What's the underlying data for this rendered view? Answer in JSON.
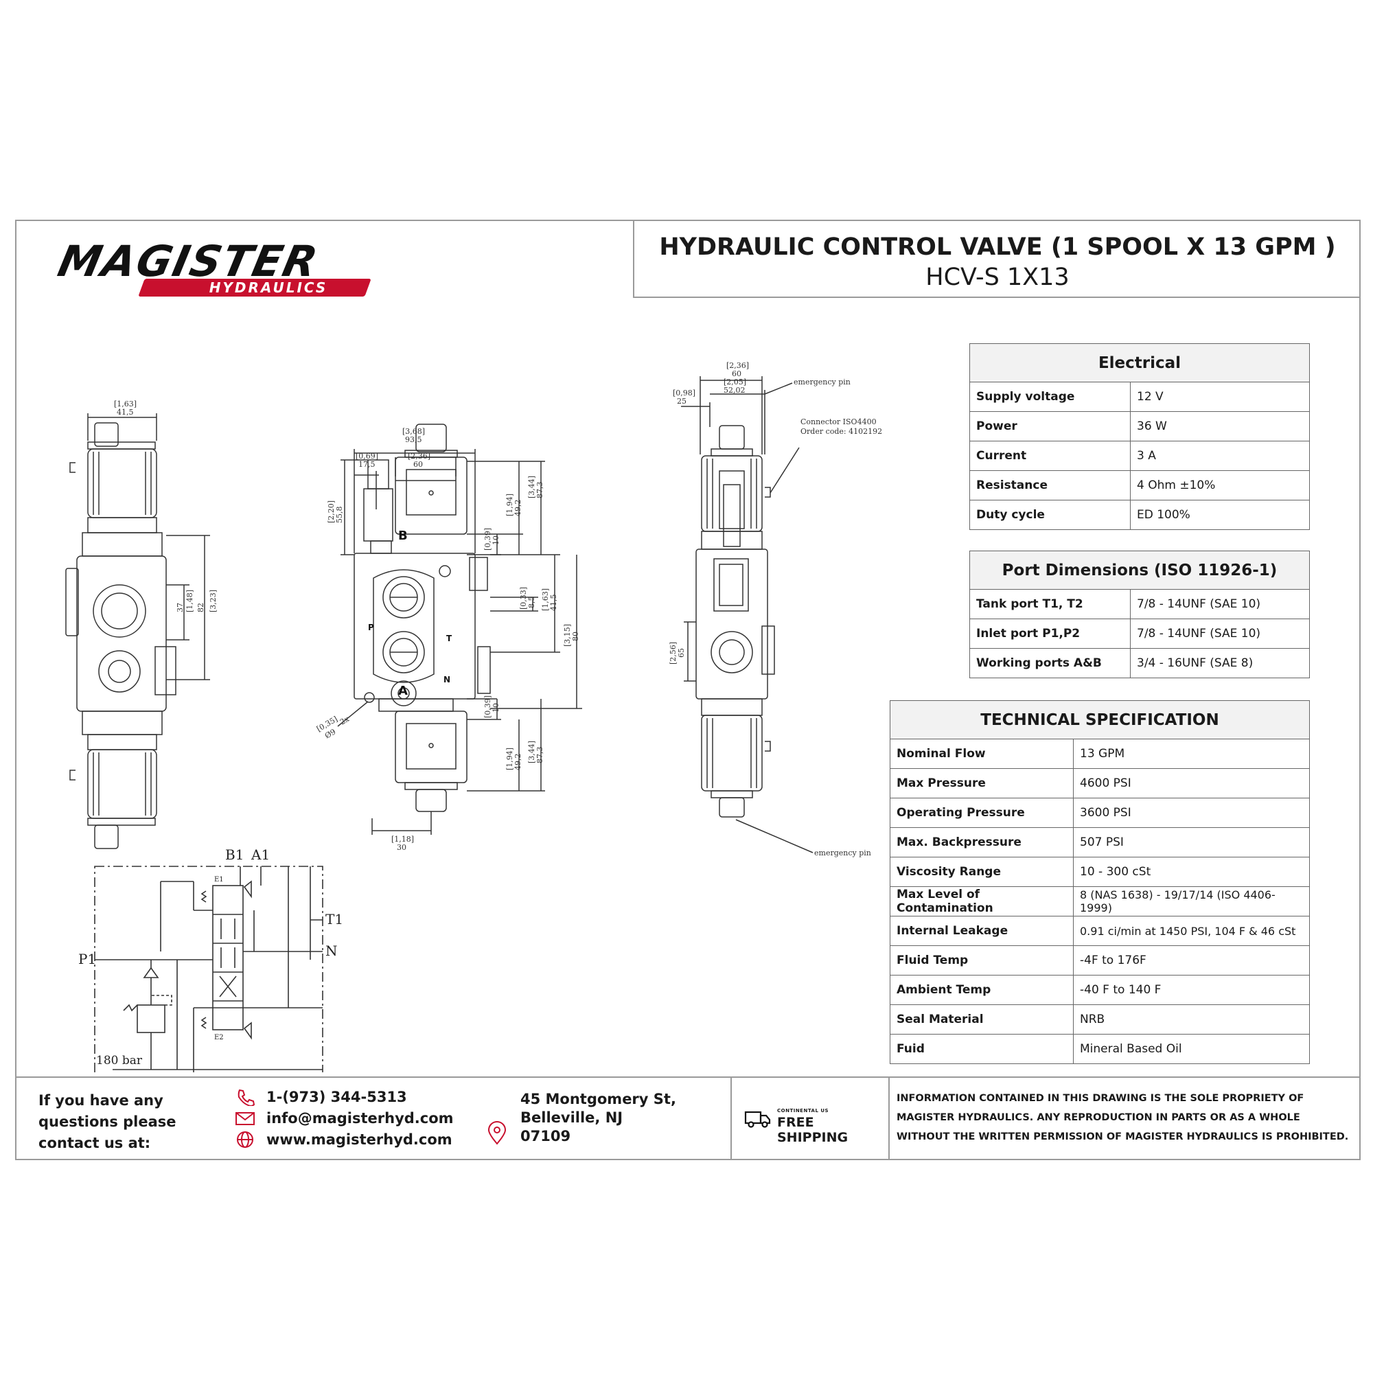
{
  "brand": {
    "name": "MAGISTER",
    "sub": "HYDRAULICS"
  },
  "title": {
    "main": "HYDRAULIC CONTROL VALVE (1 SPOOL X 13 GPM )",
    "model": "HCV-S 1X13"
  },
  "electrical": {
    "heading": "Electrical",
    "rows": [
      {
        "k": "Supply voltage",
        "v": "12 V"
      },
      {
        "k": "Power",
        "v": "36 W"
      },
      {
        "k": "Current",
        "v": "3 A"
      },
      {
        "k": "Resistance",
        "v": "4 Ohm ±10%"
      },
      {
        "k": "Duty cycle",
        "v": "ED 100%"
      }
    ]
  },
  "ports": {
    "heading": "Port Dimensions (ISO 11926-1)",
    "rows": [
      {
        "k": "Tank port T1, T2",
        "v": "7/8 - 14UNF (SAE 10)"
      },
      {
        "k": "Inlet port P1,P2",
        "v": "7/8 - 14UNF (SAE 10)"
      },
      {
        "k": "Working ports A&B",
        "v": "3/4 - 16UNF (SAE 8)"
      }
    ]
  },
  "tech": {
    "heading": "TECHNICAL SPECIFICATION",
    "rows": [
      {
        "k": "Nominal Flow",
        "v": "13 GPM"
      },
      {
        "k": "Max Pressure",
        "v": "4600 PSI"
      },
      {
        "k": "Operating Pressure",
        "v": "3600 PSI"
      },
      {
        "k": "Max. Backpressure",
        "v": "507 PSI"
      },
      {
        "k": "Viscosity Range",
        "v": "10 - 300 cSt"
      },
      {
        "k": "Max Level of Contamination",
        "v": "8 (NAS 1638) - 19/17/14 (ISO 4406-1999)"
      },
      {
        "k": "Internal Leakage",
        "v": "0.91 ci/min at 1450 PSI, 104 F & 46 cSt"
      },
      {
        "k": "Fluid Temp",
        "v": "-4F to 176F"
      },
      {
        "k": "Ambient Temp",
        "v": "-40 F to 140 F"
      },
      {
        "k": "Seal Material",
        "v": "NRB"
      },
      {
        "k": "Fuid",
        "v": "Mineral Based Oil"
      }
    ]
  },
  "drawing": {
    "dims_left": [
      "[1,63]",
      "41,5",
      "[1,48]",
      "37",
      "[3,23]",
      "82"
    ],
    "dims_front": [
      "[3,68]",
      "93,5",
      "[0,69]",
      "17,5",
      "[2,36]",
      "60",
      "[2,20]",
      "55,8",
      "[1,94]",
      "49,2",
      "[3,44]",
      "87,3",
      "[0,39]",
      "10",
      "[0,33]",
      "8,5",
      "[1,63]",
      "41,5",
      "[3,15]",
      "80",
      "[0,39]",
      "10",
      "[1,94]",
      "49,2",
      "[3,44]",
      "87,3",
      "[1,18]",
      "30",
      "[0,35]",
      "Ø9",
      "2x"
    ],
    "dims_side": [
      "[2,36]",
      "60",
      "[2,05]",
      "52,02",
      "[0,98]",
      "25",
      "[2,56]",
      "65"
    ],
    "notes": [
      "emergency pin",
      "Connector ISO4400",
      "Order code: 4102192",
      "emergency pin"
    ],
    "port_labels": [
      "B",
      "A",
      "P",
      "T",
      "N"
    ],
    "schematic": {
      "b1": "B1",
      "a1": "A1",
      "t1": "T1",
      "p1": "P1",
      "n": "N",
      "e1": "E1",
      "e2": "E2",
      "relief": "180 bar"
    }
  },
  "footer": {
    "intro": [
      "If you have any",
      "questions please",
      "contact us at:"
    ],
    "phone": "1-(973) 344-5313",
    "email": "info@magisterhyd.com",
    "web": "www.magisterhyd.com",
    "address": [
      "45 Montgomery St,",
      "Belleville, NJ",
      "07109"
    ],
    "ship_small": "CONTINENTAL US",
    "ship_big": "FREE SHIPPING",
    "legal": "INFORMATION CONTAINED IN THIS DRAWING IS THE SOLE PROPRIETY OF MAGISTER HYDRAULICS. ANY REPRODUCTION IN PARTS OR AS A WHOLE WITHOUT THE WRITTEN PERMISSION OF MAGISTER HYDRAULICS IS PROHIBITED."
  },
  "colors": {
    "brand_red": "#c8102e",
    "border": "#9a9a9a",
    "header_fill": "#f2f2f2",
    "contact_icon": "#c8102e"
  }
}
